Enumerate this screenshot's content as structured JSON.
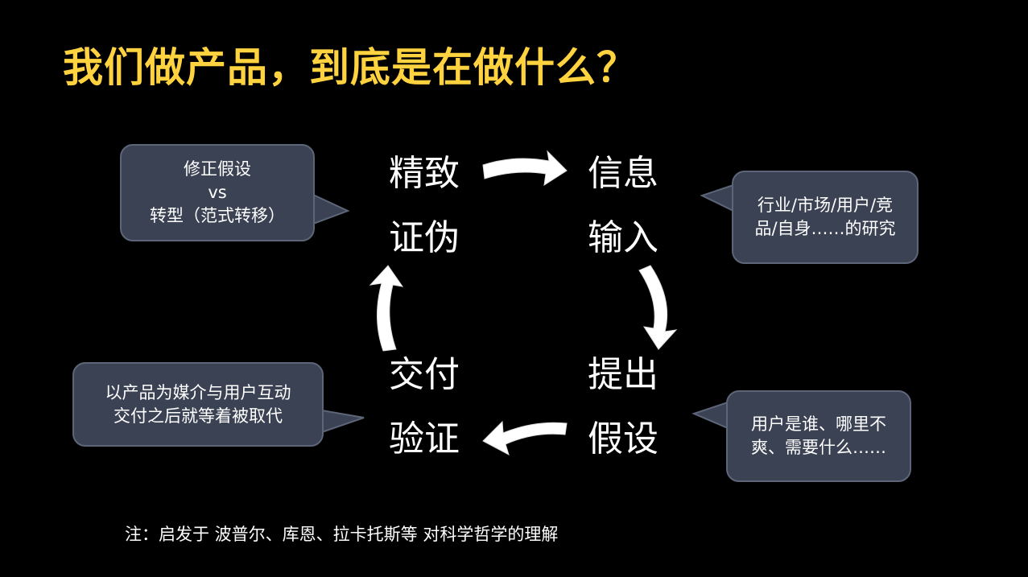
{
  "title": "我们做产品，到底是在做什么？",
  "nodes": {
    "top_left": [
      "精致",
      "证伪"
    ],
    "top_right": [
      "信息",
      "输入"
    ],
    "bottom_left": [
      "交付",
      "验证"
    ],
    "bottom_right": [
      "提出",
      "假设"
    ]
  },
  "bubbles": {
    "top_left": [
      "修正假设",
      "vs",
      "转型（范式转移）"
    ],
    "top_right": [
      "行业/市场/用户/竞",
      "品/自身……的研究"
    ],
    "bottom_left": [
      "以产品为媒介与用户互动",
      "交付之后就等着被取代"
    ],
    "bottom_right": [
      "用户是谁、哪里不",
      "爽、需要什么……"
    ]
  },
  "note": "注：启发于 波普尔、库恩、拉卡托斯等 对科学哲学的理解",
  "colors": {
    "background": "#000000",
    "title": "#ffd23f",
    "bubble_fill": "#3a4253",
    "bubble_border": "#5d6679",
    "text": "#ffffff"
  }
}
